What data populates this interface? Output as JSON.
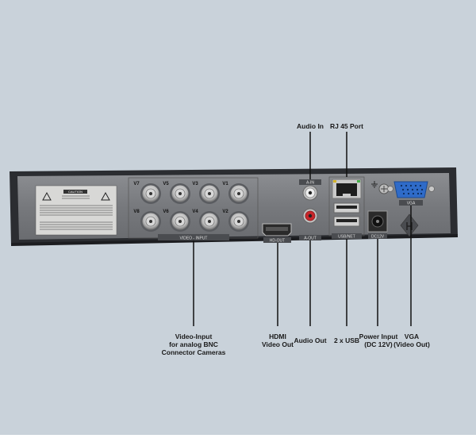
{
  "panel": {
    "caution_title": "CAUTION",
    "port_labels": {
      "v7": "V7",
      "v5": "V5",
      "v3": "V3",
      "v1": "V1",
      "v8": "V8",
      "v6": "V6",
      "v4": "V4",
      "v2": "V2",
      "video_input": "VIDEO - INPUT",
      "hd_out": "HD-OUT",
      "a_in": "A-IN",
      "a_out": "A-OUT",
      "usb_net": "USB/NET",
      "dc12v": "DC12V",
      "vga": "VGA"
    }
  },
  "callouts": {
    "audio_in": "Audio In",
    "rj45": "RJ 45 Port",
    "video_input": "Video-Input\nfor analog BNC\nConnector Cameras",
    "hdmi": "HDMI\nVideo Out",
    "audio_out": "Audio Out",
    "usb": "2 x USB",
    "power": "Power Input\n(DC 12V)",
    "vga": "VGA\n(Video Out)"
  },
  "colors": {
    "background": "#c9d2da",
    "panel_dark": "#2b2d31",
    "panel_metal": "#7e8084",
    "vga_blue": "#2f6bc8",
    "audio_red": "#c8262a"
  }
}
